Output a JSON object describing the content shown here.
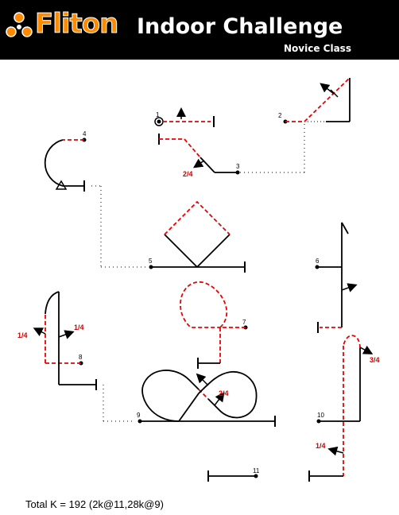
{
  "header": {
    "brand": "Fliton",
    "title": "Indoor Challenge",
    "subtitle": "Novice Class"
  },
  "colors": {
    "background": "#ffffff",
    "header_bg": "#000000",
    "brand_orange": "#ff8a00",
    "flight_line": "#000000",
    "dashed_line": "#ff0000",
    "label_red": "#cc0000"
  },
  "figures": {
    "numbers": [
      "1",
      "2",
      "3",
      "4",
      "5",
      "6",
      "7",
      "8",
      "9",
      "10",
      "11"
    ],
    "roll_labels": [
      "2/4",
      "1/4",
      "1/4",
      "2/4",
      "3/4",
      "1/4"
    ]
  },
  "footer": {
    "total": "Total K = 192 (2k@11,28k@9)"
  }
}
